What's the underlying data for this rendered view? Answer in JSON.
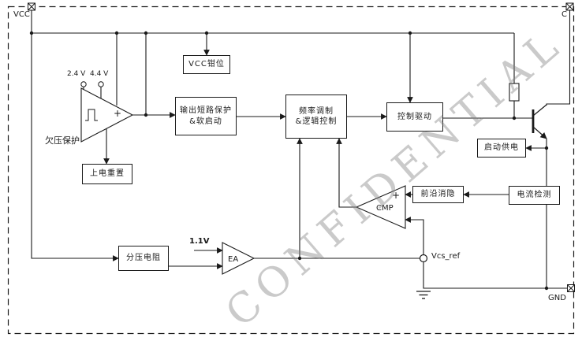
{
  "watermark": "CONFIDENTIAL",
  "pins": {
    "vcc": "VCC",
    "c": "C",
    "gnd": "GND"
  },
  "blocks": {
    "vcc_clamp": "VCC钳位",
    "short_protect_line1": "输出短路保护",
    "short_protect_line2": "&软启动",
    "freq_line1": "频率调制",
    "freq_line2": "&逻辑控制",
    "ctrl_drive": "控制驱动",
    "startup": "启动供电",
    "leb": "前沿消隐",
    "cur_sense": "电流检测",
    "por": "上电重置",
    "divider": "分压电阻"
  },
  "labels": {
    "undervoltage": "欠压保护",
    "threshold_low": "2.4 V",
    "threshold_high": "4.4 V",
    "error_amp": "EA",
    "comparator": "CMP",
    "plus": "+",
    "reference": "1.1V",
    "vcs_ref": "Vcs_ref"
  },
  "colors": {
    "line": "#1a1a1a",
    "watermark_gray": "#808080",
    "background": "#ffffff"
  }
}
